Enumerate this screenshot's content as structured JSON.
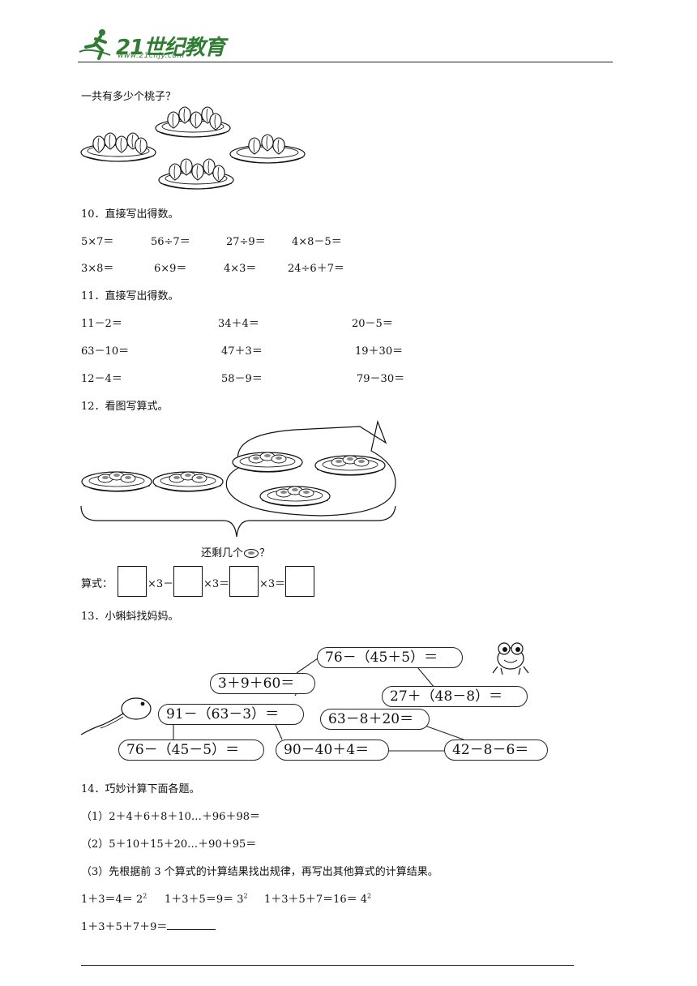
{
  "header": {
    "logo_text": "21世纪教育",
    "logo_url": "www.21cnjy.com"
  },
  "q9": {
    "prompt": "一共有多少个桃子？"
  },
  "q10": {
    "title": "10．直接写出得数。",
    "row1": [
      "5×7＝",
      "56÷7＝",
      "27÷9＝",
      "4×8－5＝"
    ],
    "row2": [
      "3×8＝",
      "6×9＝",
      "4×3＝",
      "24÷6＋7＝"
    ]
  },
  "q11": {
    "title": "11．直接写出得数。",
    "row1": [
      "11－2＝",
      "34＋4＝",
      "20－5＝"
    ],
    "row2": [
      "63－10＝",
      "47＋3＝",
      "19＋30＝"
    ],
    "row3": [
      "12－4＝",
      "58－9＝",
      "79－30＝"
    ]
  },
  "q12": {
    "title": "12．看图写算式。",
    "caption_a": "还剩几个",
    "caption_b": "？",
    "formula_label": "算式：",
    "op1": "×3－",
    "op2": "×3＝",
    "op3": "×3＝"
  },
  "q13": {
    "title": "13．小蝌蚪找妈妈。",
    "pills": [
      "76－（45＋5）＝",
      "3＋9＋60＝",
      "27＋（48－8）＝",
      "91－（63－3）＝",
      "63－8＋20＝",
      "76－（45－5）＝",
      "90－40＋4＝",
      "42－8－6＝"
    ]
  },
  "q14": {
    "title": "14．巧妙计算下面各题。",
    "p1": "（1）2＋4＋6＋8＋10…＋96＋98＝",
    "p2": "（2）5＋10＋15＋20…＋90＋95＝",
    "p3": "（3）先根据前 3 个算式的计算结果找出规律，再写出其他算式的计算结果。",
    "eq1": "1＋3＝4＝ 2",
    "eq2": "1＋3＋5＝9＝ 3",
    "eq3": "1＋3＋5＋7＝16＝ 4",
    "exp": "2",
    "last": "1＋3＋5＋7＋9＝"
  }
}
